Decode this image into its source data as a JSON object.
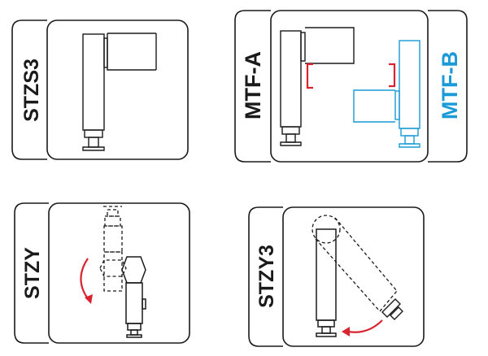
{
  "panels": [
    {
      "label": "STZS3"
    },
    {
      "label_a": "MTF-A",
      "label_b": "MTF-B"
    },
    {
      "label": "STZY"
    },
    {
      "label": "STZY3"
    }
  ],
  "colors": {
    "line": "#1a1a1a",
    "accent_blue": "#1a9ad6",
    "accent_red": "#d9232e"
  },
  "icons": [
    "curved-arrow-icon",
    "dashed-outline"
  ]
}
